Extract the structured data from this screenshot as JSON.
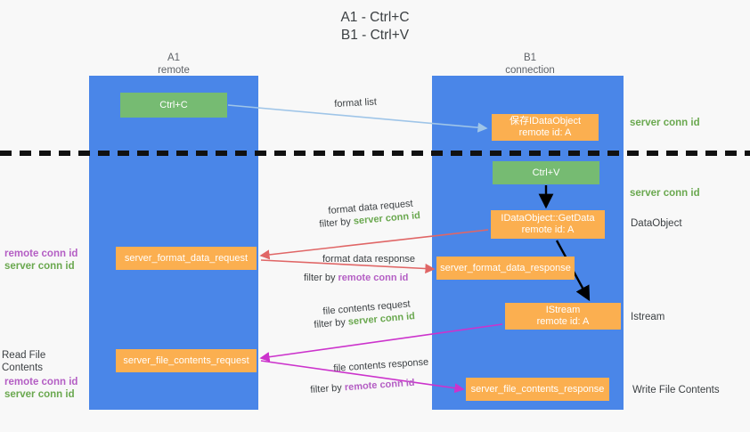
{
  "title": {
    "line1": "A1 - Ctrl+C",
    "line2": "B1 - Ctrl+V"
  },
  "columns": {
    "a1": {
      "name": "A1",
      "role": "remote"
    },
    "b1": {
      "name": "B1",
      "role": "connection"
    }
  },
  "boxes": {
    "ctrl_c": {
      "label": "Ctrl+C",
      "color": "#76bb72"
    },
    "save_ido": {
      "line1": "保存IDataObject",
      "line2": "remote id: A",
      "color": "#fbaf50"
    },
    "ctrl_v": {
      "label": "Ctrl+V",
      "color": "#76bb72"
    },
    "get_data": {
      "line1": "IDataObject::GetData",
      "line2": "remote id: A",
      "color": "#fbaf50"
    },
    "fmt_request": {
      "label": "server_format_data_request",
      "color": "#fbaf50"
    },
    "fmt_response": {
      "label": "server_format_data_response",
      "color": "#fbaf50"
    },
    "istream": {
      "line1": "IStream",
      "line2": "remote id: A",
      "color": "#fbaf50"
    },
    "file_request": {
      "label": "server_file_contents_request",
      "color": "#fbaf50"
    },
    "file_response": {
      "label": "server_file_contents_response",
      "color": "#fbaf50"
    }
  },
  "captions": {
    "format_list": "format list",
    "format_data_request": "format data request",
    "format_data_response": "format data response",
    "file_contents_request": "file contents request",
    "file_contents_response": "file contents response",
    "filter_by": "filter by",
    "server_conn_id": "server conn id",
    "remote_conn_id": "remote conn id"
  },
  "side_notes": {
    "server_conn_id_top": "server conn id",
    "server_conn_id_mid": "server conn id",
    "data_object": "DataObject",
    "istream": "Istream",
    "write_file_contents": "Write File Contents",
    "read_file_contents": "Read File Contents",
    "remote_conn_id": "remote conn id",
    "server_conn_id": "server conn id"
  },
  "colors": {
    "lane": "#4a86e8",
    "green_box": "#76bb72",
    "orange_box": "#fbaf50",
    "server_conn_id": "#6aa84f",
    "remote_conn_id": "#b45ec4",
    "arrow_blue": "#9fc5e8",
    "arrow_red": "#e06666",
    "arrow_magenta": "#cc33cc",
    "arrow_black": "#000000",
    "background": "#f8f8f8"
  }
}
